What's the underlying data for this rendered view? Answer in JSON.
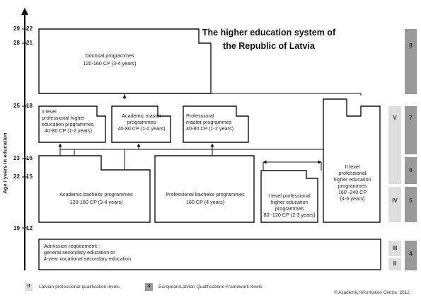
{
  "title": {
    "line1": "The higher education system of",
    "line2": "the Republic of Latvia"
  },
  "y_axis_label": "Age / years in education",
  "age_ticks": [
    {
      "age": "29",
      "years": "22"
    },
    {
      "age": "28",
      "years": "21"
    },
    {
      "age": "25",
      "years": "18"
    },
    {
      "age": "23",
      "years": "16"
    },
    {
      "age": "22",
      "years": "15"
    },
    {
      "age": "19",
      "years": "12"
    }
  ],
  "boxes": {
    "doctoral": {
      "line1": "Doctoral programmes",
      "line2": "120-160 CP (3-4 years)"
    },
    "level2_master": {
      "line1": "II level",
      "line2": "professional higher",
      "line3": "education programmes",
      "line4": "40-80 CP (1-2 years)"
    },
    "academic_master": {
      "line1": "Academic master",
      "line2": "programmes",
      "line3": "40-80 CP (1-2 years)"
    },
    "professional_master": {
      "line1": "Professional",
      "line2": "master programmes",
      "line3": "40-80 CP (1-2 years)"
    },
    "academic_bachelor": {
      "line1": "Academic bachelor programmes",
      "line2": "120-160 CP (3-4 years)"
    },
    "professional_bachelor": {
      "line1": "Professional bachelor programmes",
      "line2": "160 CP (4 years)"
    },
    "level1_professional": {
      "line1": "I level professional",
      "line2": "higher education",
      "line3": "programmes",
      "line4": "80 -120 CP (2-3 years)"
    },
    "level2_long": {
      "line1": "II level",
      "line2": "professional",
      "line3": "higher education",
      "line4": "programmes",
      "line5": "160 -240 CP",
      "line6": "(4-6 years)"
    },
    "admission": {
      "line1": "Admission requirement:",
      "line2": "general secondary education or",
      "line3": "4-year vocational secondary education"
    }
  },
  "latvian_levels": [
    "V",
    "IV",
    "III",
    "II"
  ],
  "eqf_levels": [
    "8",
    "7",
    "6",
    "5",
    "4"
  ],
  "legend": {
    "latvian_marker": "II",
    "latvian_label": "Latvian professional qualification levels",
    "eqf_marker": "4",
    "eqf_label": "European/Latvian Qualifications Framework levels"
  },
  "credit": "© Academic Information Centre, 2012",
  "colors": {
    "latvian_levels": "#dedede",
    "eqf_levels": "#9a9a9a",
    "box_border": "#111111"
  }
}
